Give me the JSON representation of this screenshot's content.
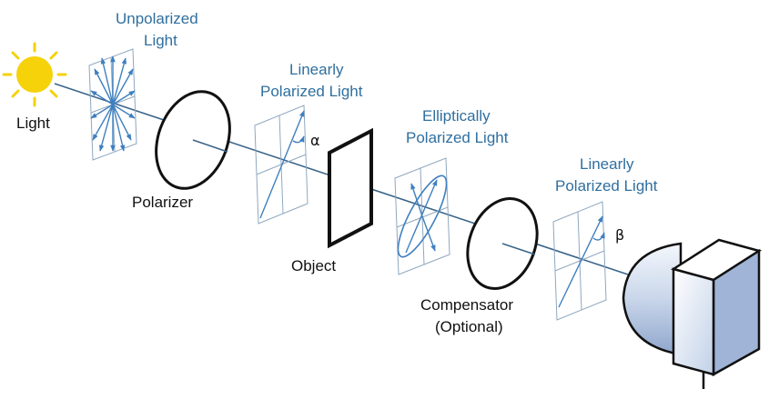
{
  "labels": {
    "light": "Light",
    "unpolarized_1": "Unpolarized",
    "unpolarized_2": "Light",
    "polarizer": "Polarizer",
    "linear1_1": "Linearly",
    "linear1_2": "Polarized Light",
    "alpha": "α",
    "object": "Object",
    "elliptic_1": "Elliptically",
    "elliptic_2": "Polarized Light",
    "compensator_1": "Compensator",
    "compensator_2": "(Optional)",
    "linear2_1": "Linearly",
    "linear2_2": "Polarized Light",
    "beta": "β"
  },
  "colors": {
    "label_blue": "#2f6f9f",
    "beam": "#3a6488",
    "sun": "#f5d20a",
    "detector_light": "#eef3fb",
    "detector_mid": "#aebfdc"
  },
  "icons": [
    "sun-icon",
    "detector-icon"
  ]
}
